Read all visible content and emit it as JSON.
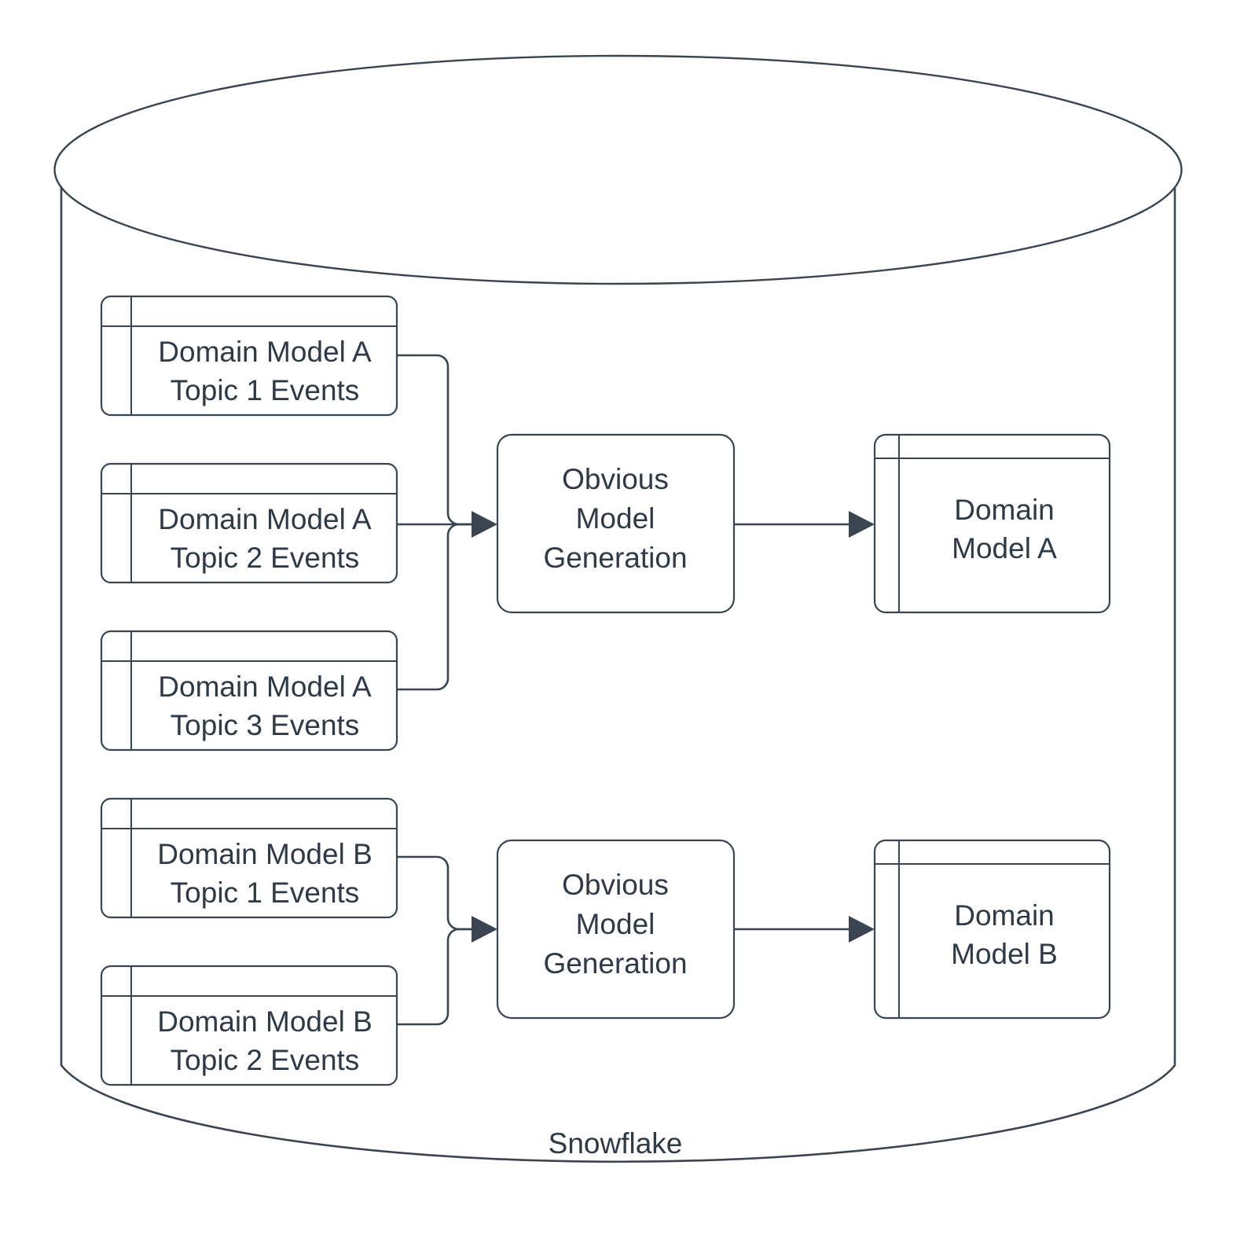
{
  "diagram": {
    "container": {
      "label": "Snowflake",
      "shape": "cylinder"
    },
    "colors": {
      "stroke": "#3a4552",
      "text": "#2e3a47",
      "fill": "#ffffff"
    },
    "groups": [
      {
        "id": "group-a",
        "sources": [
          {
            "line1": "Domain Model A",
            "line2": "Topic 1 Events"
          },
          {
            "line1": "Domain Model A",
            "line2": "Topic 2 Events"
          },
          {
            "line1": "Domain Model A",
            "line2": "Topic 3 Events"
          }
        ],
        "process": {
          "line1": "Obvious",
          "line2": "Model",
          "line3": "Generation"
        },
        "output": {
          "line1": "Domain",
          "line2": "Model A"
        }
      },
      {
        "id": "group-b",
        "sources": [
          {
            "line1": "Domain Model B",
            "line2": "Topic 1 Events"
          },
          {
            "line1": "Domain Model B",
            "line2": "Topic 2 Events"
          }
        ],
        "process": {
          "line1": "Obvious",
          "line2": "Model",
          "line3": "Generation"
        },
        "output": {
          "line1": "Domain",
          "line2": "Model B"
        }
      }
    ]
  }
}
